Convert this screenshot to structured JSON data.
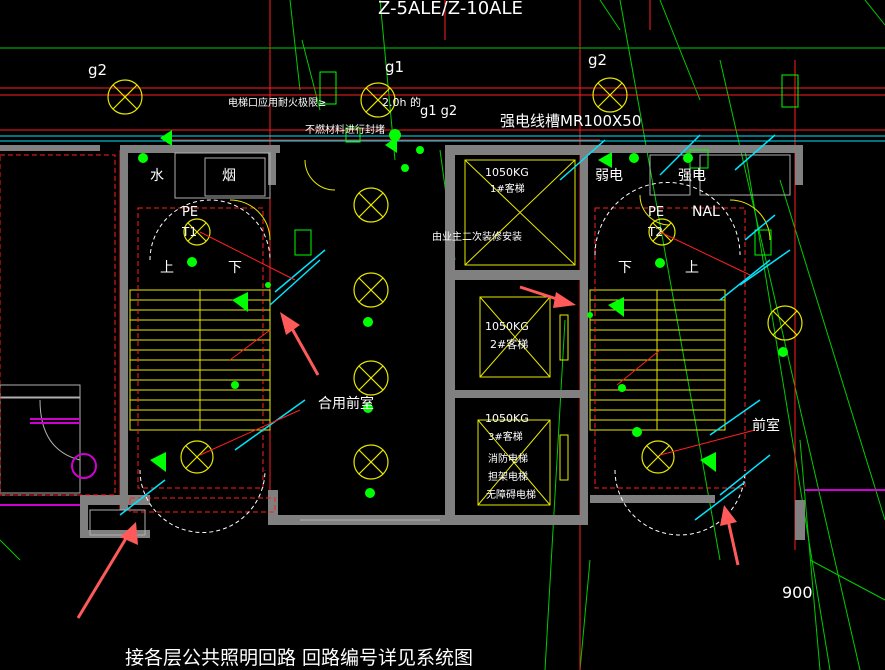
{
  "colors": {
    "background": "#000000",
    "wall": "#808080",
    "wire_green": "#00cc00",
    "wire_red": "#ff2020",
    "stair_yellow": "#e8e800",
    "fixture_green": "#00ff00",
    "cyan": "#00e5ff",
    "text_white": "#ffffff",
    "arrow": "#ff5a5a",
    "magenta": "#d000d0"
  },
  "labels": {
    "top_header": "Z-5ALE/Z-10ALE",
    "g2_left": "g2",
    "g1": "g1",
    "g2_right": "g2",
    "g1_g2": "g1 g2",
    "fire_note": "电梯口应用耐火极限≥",
    "fire_value": "2.0h",
    "fire_unit": "的",
    "wall_note": "不燃材料进行封堵",
    "cable_tray": "强电线槽MR100X50",
    "water": "水",
    "smoke": "烟",
    "fire": "弱电",
    "power": "强电",
    "pe_left": "PE",
    "pe_right": "PE",
    "nal": "NAL",
    "t1": "T1",
    "t2": "T2",
    "up_left": "上",
    "down_left": "下",
    "down_right": "下",
    "up_right": "上",
    "elevator1_load": "1050KG",
    "elevator1_name": "1#客梯",
    "elevator2_load": "1050KG",
    "elevator2_name": "2#客梯",
    "elevator3_load": "1050KG",
    "elevator3_name": "3#客梯",
    "elevator3_note1": "消防电梯",
    "elevator3_note2": "担架电梯",
    "elevator3_note3": "无障碍电梯",
    "owner_note": "由业主二次装修安装",
    "shared_vestibule": "合用前室",
    "vestibule": "前室",
    "dim_900": "900",
    "bottom_note": "接各层公共照明回路 回路编号详见系统图"
  }
}
